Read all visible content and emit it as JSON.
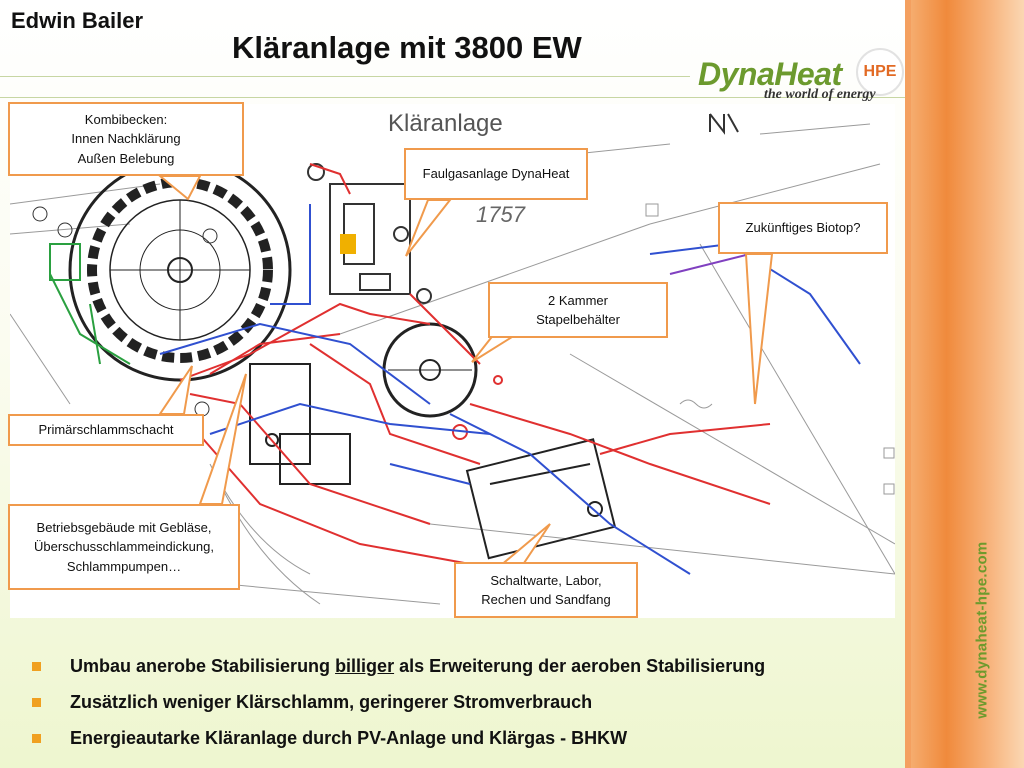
{
  "header": {
    "author": "Edwin Bailer",
    "title": "Kläranlage mit 3800 EW"
  },
  "logo": {
    "word_dyna": "Dyna",
    "word_heat": "Heat",
    "hpe": "HPE",
    "tagline": "the world of energy",
    "brand_color": "#6c9a2e"
  },
  "sidebar": {
    "url": "www.dynaheat-hpe.com"
  },
  "plan": {
    "title": "Kläranlage",
    "number": "1757",
    "callouts": [
      "Kombibecken:\nInnen Nachklärung\nAußen Belebung",
      "Faulgasanlage DynaHeat",
      "Zukünftiges Biotop?",
      "2 Kammer\nStapelbehälter",
      "Primärschlammschacht",
      "Betriebsgebäude mit Gebläse,\nÜberschusschlammeindickung,\nSchlammpumpen…",
      "Schaltwarte, Labor,\nRechen und Sandfang"
    ]
  },
  "bullets": [
    {
      "before": "Umbau anerobe Stabilisierung ",
      "underlined": "billiger",
      "after": " als Erweiterung der aeroben Stabilisierung"
    },
    {
      "before": "Zusätzlich weniger Klärschlamm, geringerer Stromverbrauch",
      "underlined": "",
      "after": ""
    },
    {
      "before": "Energieautarke Kläranlage durch PV-Anlage und Klärgas - BHKW",
      "underlined": "",
      "after": ""
    }
  ],
  "colors": {
    "accent_orange": "#f09a4c",
    "bullet": "#f0a020",
    "pipe_red": "#e03030",
    "pipe_blue": "#3050d0"
  }
}
